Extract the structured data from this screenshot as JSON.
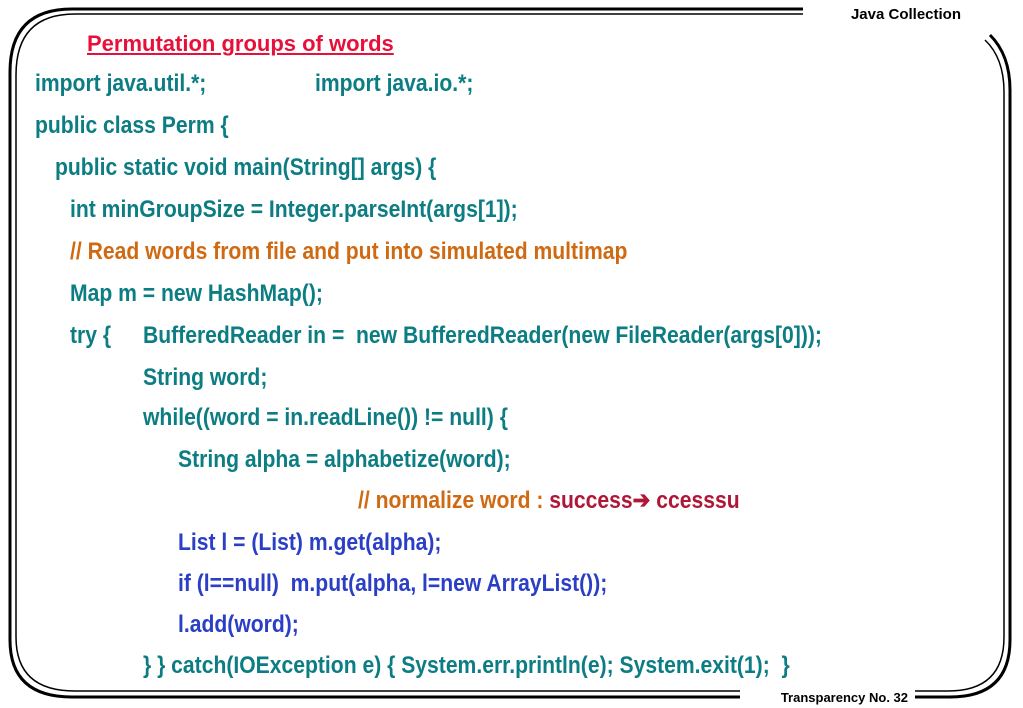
{
  "header": {
    "title": "Java Collection"
  },
  "footer": {
    "label": "Transparency No. 32"
  },
  "slide": {
    "title": "Permutation groups of words",
    "code": {
      "import_util": "import java.util.*;",
      "import_io": "import java.io.*;",
      "class_decl": "public class Perm {",
      "main_decl": "public static void main(String[] args) {",
      "min_group": "int minGroupSize = Integer.parseInt(args[1]);",
      "comment_read": "// Read words from file and put into simulated multimap",
      "map_decl": "Map m = new HashMap();",
      "try_kw": "try {",
      "reader_decl": "BufferedReader in =  new BufferedReader(new FileReader(args[0]));",
      "string_word": "String word;",
      "while_loop": "while((word = in.readLine()) != null) {",
      "alpha_decl": "String alpha = alphabetize(word);",
      "comment_normalize": "// normalize word : ",
      "example_from": "success",
      "arrow_glyph": "➔",
      "example_to": " ccesssu",
      "list_get": "List l = (List) m.get(alpha);",
      "if_null": "if (l==null)  m.put(alpha, l=new ArrayList());",
      "add_word": "l.add(word);",
      "catch_line": "} } catch(IOException e) { System.err.println(e); System.exit(1);  }"
    },
    "colors": {
      "title": "#e8103a",
      "code": "#0c7d82",
      "comment": "#d06a12",
      "example": "#b01638",
      "highlight": "#2b3fc6"
    }
  }
}
